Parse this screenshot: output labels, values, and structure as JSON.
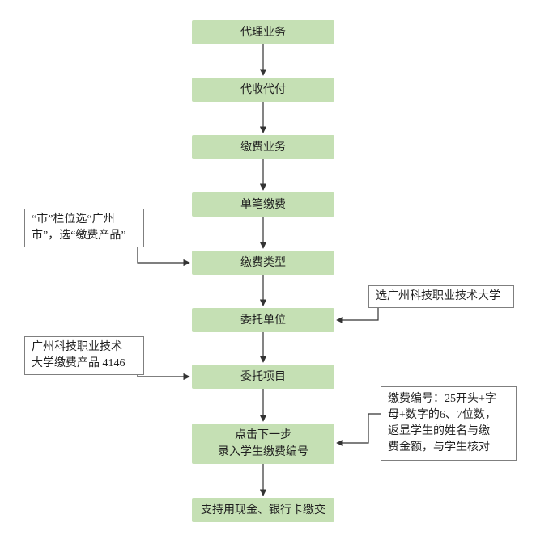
{
  "colors": {
    "node_fill": "#c5e0b4",
    "node_text": "#1f1f1f",
    "annotation_bg": "#ffffff",
    "annotation_border": "#7f7f7f",
    "arrow": "#333333",
    "background": "#ffffff"
  },
  "flow": {
    "nodes": [
      {
        "label": "代理业务"
      },
      {
        "label": "代收代付"
      },
      {
        "label": "缴费业务"
      },
      {
        "label": "单笔缴费"
      },
      {
        "label": "缴费类型"
      },
      {
        "label": "委托单位"
      },
      {
        "label": "委托项目"
      },
      {
        "label": "点击下一步\n录入学生缴费编号"
      },
      {
        "label": "支持用现金、银行卡缴交"
      }
    ],
    "annotations": [
      {
        "text": "“市”栏位选“广州\n市”，选“缴费产品”",
        "points_to": "缴费类型"
      },
      {
        "text": "选广州科技职业技术大学",
        "points_to": "委托单位"
      },
      {
        "text": "广州科技职业技术\n大学缴费产品 4146",
        "points_to": "委托项目"
      },
      {
        "text": "缴费编号：25开头+字\n母+数字的6、7位数，\n返显学生的姓名与缴\n费金额，与学生核对",
        "points_to": "点击下一步 录入学生缴费编号"
      }
    ]
  }
}
